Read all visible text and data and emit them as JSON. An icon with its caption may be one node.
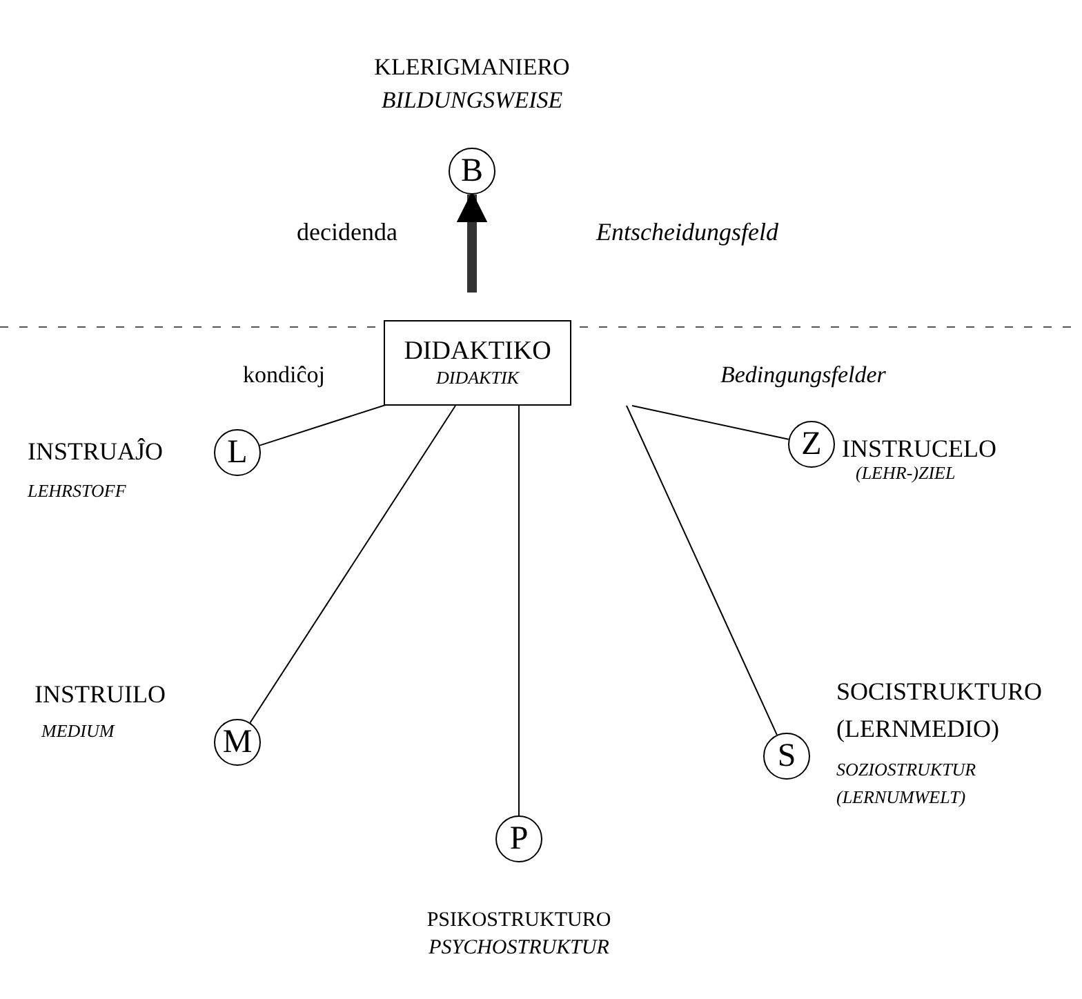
{
  "diagram": {
    "nodes": [
      {
        "text": [
          "DIDAKTIKO",
          "DIDAKTIK"
        ]
      },
      {
        "text": [
          "B"
        ],
        "beside": [
          "KLERIGMANIERO",
          "BILDUNGSWEISE"
        ]
      },
      {
        "text": [
          "L"
        ],
        "beside": [
          "INSTRUAĴO",
          "LEHRSTOFF"
        ]
      },
      {
        "text": [
          "Z"
        ],
        "beside": [
          "INSTRUCELO",
          "(LEHR-)ZIEL"
        ]
      },
      {
        "text": [
          "M"
        ],
        "beside": [
          "INSTRUILO",
          "MEDIUM"
        ]
      },
      {
        "text": [
          "S"
        ],
        "beside": [
          "SOCISTRUKTURO (LERNMEDIO)",
          "SOZIOSTRUKTUR (LERNUMWELT)"
        ]
      },
      {
        "text": [
          "P"
        ],
        "beside": [
          "PSIKOSTRUKTURO",
          "PSYCHOSTRUKTUR"
        ]
      }
    ],
    "edges": [
      {
        "from": 0,
        "to": 1,
        "arrow": "to",
        "style": "thick"
      },
      {
        "from": 0,
        "to": 2,
        "arrow": "none"
      },
      {
        "from": 0,
        "to": 3,
        "arrow": "none"
      },
      {
        "from": 0,
        "to": 4,
        "arrow": "none"
      },
      {
        "from": 0,
        "to": 5,
        "arrow": "none"
      },
      {
        "from": 0,
        "to": 6,
        "arrow": "none"
      }
    ],
    "labels": [
      "decidenda",
      "Entscheidungsfeld",
      "kondiĉoj",
      "Bedingungsfelder"
    ]
  }
}
